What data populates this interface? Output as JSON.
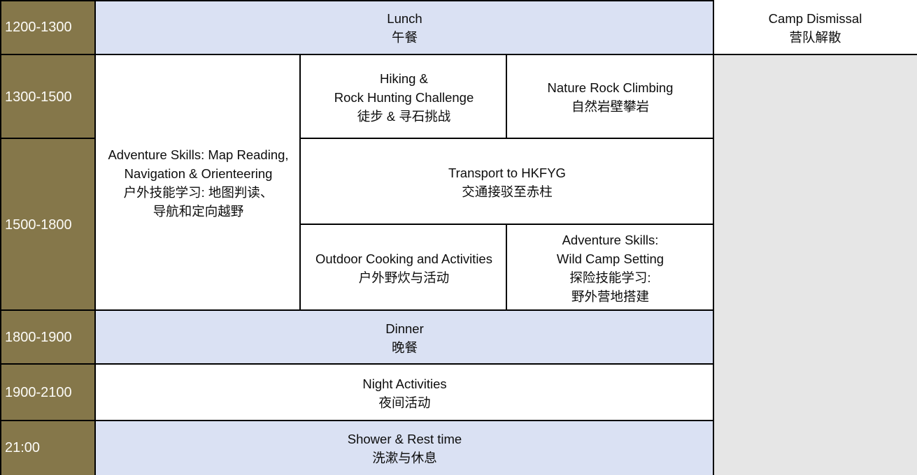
{
  "schedule": {
    "title": "Camp day schedule (bilingual)",
    "colors": {
      "time_column_bg": "#85774a",
      "meal_row_bg": "#dae1f3",
      "activity_cell_bg": "#ffffff",
      "dismissal_area_bg": "#e6e6e6",
      "grid_border": "#000000",
      "time_text": "#ffffff",
      "cell_text": "#0d0d0d"
    },
    "time_slots": [
      "1200-1300",
      "1300-1500",
      "1500-1800",
      "1800-1900",
      "1900-2100",
      "21:00"
    ],
    "cells": {
      "lunch": {
        "lines": [
          "Lunch",
          "午餐"
        ]
      },
      "camp_dismissal": {
        "lines": [
          "Camp Dismissal",
          "营队解散"
        ]
      },
      "adventure_map": {
        "lines": [
          "Adventure Skills: Map Reading,",
          "Navigation & Orienteering",
          "户外技能学习: 地图判读、",
          "导航和定向越野"
        ]
      },
      "hiking": {
        "lines": [
          "Hiking &",
          "Rock Hunting Challenge",
          "徒步 & 寻石挑战"
        ]
      },
      "nature_climbing": {
        "lines": [
          "Nature Rock Climbing",
          "自然岩壁攀岩"
        ]
      },
      "transport": {
        "lines": [
          "Transport to HKFYG",
          "交通接驳至赤柱"
        ]
      },
      "outdoor_cooking": {
        "lines": [
          "Outdoor Cooking and Activities",
          "户外野炊与活动"
        ]
      },
      "wild_camp": {
        "lines": [
          "Adventure Skills:",
          "Wild Camp Setting",
          "探险技能学习:",
          "野外营地搭建"
        ]
      },
      "dinner": {
        "lines": [
          "Dinner",
          "晚餐"
        ]
      },
      "night_activities": {
        "lines": [
          "Night Activities",
          "夜间活动"
        ]
      },
      "shower_rest": {
        "lines": [
          "Shower & Rest time",
          "洗漱与休息"
        ]
      }
    }
  }
}
